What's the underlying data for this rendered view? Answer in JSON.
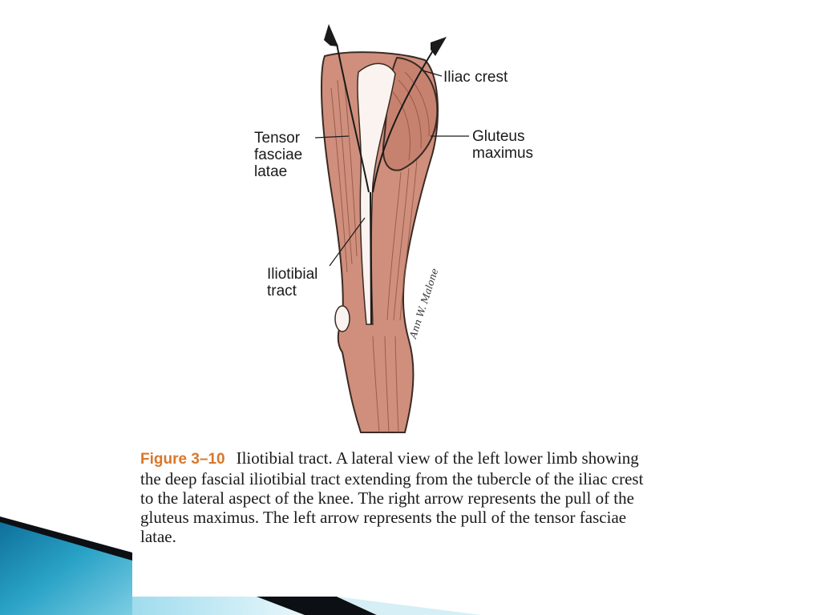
{
  "labels": {
    "iliac_crest": "Iliac crest",
    "tensor": "Tensor\nfasciae\nlatae",
    "gluteus": "Gluteus\nmaximus",
    "iliotibial": "Iliotibial\ntract"
  },
  "signature": "Ann W. Malone",
  "caption": {
    "figure_label": "Figure 3–10",
    "text": "Iliotibial tract. A lateral view of the left lower limb showing the deep fascial iliotibial tract extending from the tubercle of the iliac crest to the lateral aspect of the knee. The right arrow represents the pull of the gluteus maximus. The left arrow represents the pull of the tensor fasciae latae."
  },
  "colors": {
    "muscle": "#cf8f7c",
    "muscle_dark": "#b5705e",
    "outline": "#3a2a24",
    "figure_label": "#d9772b",
    "deco_dark": "#0c0f14",
    "deco_teal": "#1d8fb3"
  }
}
